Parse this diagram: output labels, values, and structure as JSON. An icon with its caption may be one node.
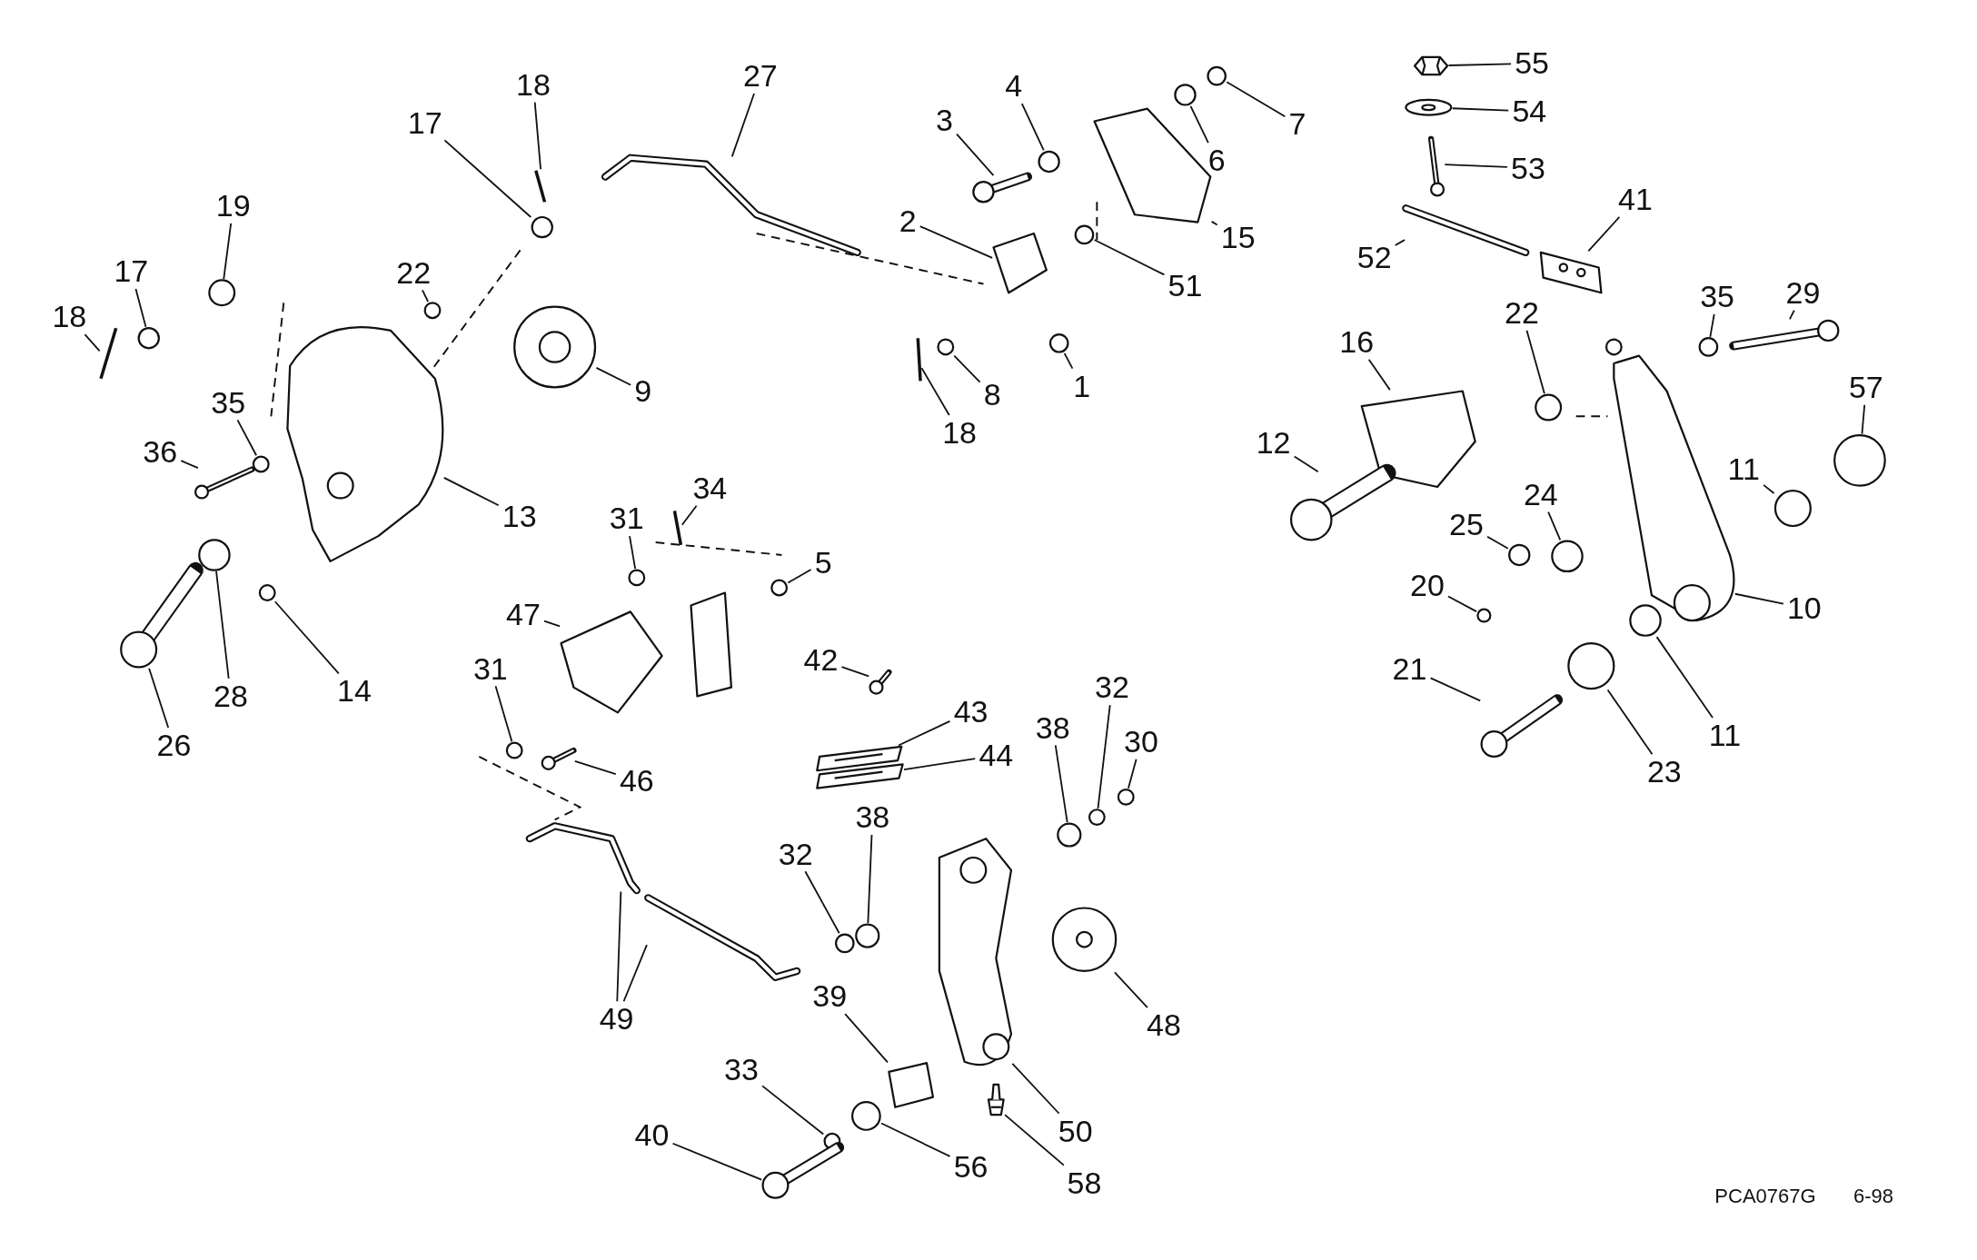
{
  "diagram": {
    "nodes": [
      {
        "text": [
          "18"
        ]
      },
      {
        "text": [
          "17"
        ]
      },
      {
        "text": [
          "27"
        ]
      },
      {
        "text": [
          "3"
        ]
      },
      {
        "text": [
          "4"
        ]
      },
      {
        "text": [
          "6"
        ]
      },
      {
        "text": [
          "7"
        ]
      },
      {
        "text": [
          "19"
        ]
      },
      {
        "text": [
          "17"
        ]
      },
      {
        "text": [
          "18"
        ]
      },
      {
        "text": [
          "22"
        ]
      },
      {
        "text": [
          "2"
        ]
      },
      {
        "text": [
          "15"
        ]
      },
      {
        "text": [
          "51"
        ]
      },
      {
        "text": [
          "9"
        ]
      },
      {
        "text": [
          "35"
        ]
      },
      {
        "text": [
          "36"
        ]
      },
      {
        "text": [
          "13"
        ]
      },
      {
        "text": [
          "8"
        ]
      },
      {
        "text": [
          "18"
        ]
      },
      {
        "text": [
          "1"
        ]
      },
      {
        "text": [
          "34"
        ]
      },
      {
        "text": [
          "31"
        ]
      },
      {
        "text": [
          "5"
        ]
      },
      {
        "text": [
          "47"
        ]
      },
      {
        "text": [
          "31"
        ]
      },
      {
        "text": [
          "46"
        ]
      },
      {
        "text": [
          "42"
        ]
      },
      {
        "text": [
          "43"
        ]
      },
      {
        "text": [
          "44"
        ]
      },
      {
        "text": [
          "26"
        ]
      },
      {
        "text": [
          "28"
        ]
      },
      {
        "text": [
          "14"
        ]
      },
      {
        "text": [
          "38"
        ]
      },
      {
        "text": [
          "32"
        ]
      },
      {
        "text": [
          "30"
        ]
      },
      {
        "text": [
          "32"
        ]
      },
      {
        "text": [
          "38"
        ]
      },
      {
        "text": [
          "49"
        ]
      },
      {
        "text": [
          "48"
        ]
      },
      {
        "text": [
          "39"
        ]
      },
      {
        "text": [
          "33"
        ]
      },
      {
        "text": [
          "40"
        ]
      },
      {
        "text": [
          "56"
        ]
      },
      {
        "text": [
          "50"
        ]
      },
      {
        "text": [
          "58"
        ]
      },
      {
        "text": [
          "55"
        ]
      },
      {
        "text": [
          "54"
        ]
      },
      {
        "text": [
          "53"
        ]
      },
      {
        "text": [
          "41"
        ]
      },
      {
        "text": [
          "52"
        ]
      },
      {
        "text": [
          "22"
        ]
      },
      {
        "text": [
          "35"
        ]
      },
      {
        "text": [
          "29"
        ]
      },
      {
        "text": [
          "16"
        ]
      },
      {
        "text": [
          "57"
        ]
      },
      {
        "text": [
          "12"
        ]
      },
      {
        "text": [
          "11"
        ]
      },
      {
        "text": [
          "24"
        ]
      },
      {
        "text": [
          "25"
        ]
      },
      {
        "text": [
          "20"
        ]
      },
      {
        "text": [
          "10"
        ]
      },
      {
        "text": [
          "21"
        ]
      },
      {
        "text": [
          "11"
        ]
      },
      {
        "text": [
          "23"
        ]
      },
      {
        "text": [],
        "shape": "picture"
      },
      {
        "text": [],
        "shape": "circle"
      },
      {
        "text": [],
        "shape": "picture"
      },
      {
        "text": [],
        "shape": "picture"
      },
      {
        "text": [],
        "shape": "circle"
      },
      {
        "text": [],
        "shape": "circle"
      },
      {
        "text": [],
        "shape": "circle"
      },
      {
        "text": [],
        "shape": "circle"
      },
      {
        "text": [],
        "shape": "circle"
      },
      {
        "text": [],
        "shape": "picture"
      },
      {
        "text": [],
        "shape": "circle"
      },
      {
        "text": [],
        "shape": "picture"
      },
      {
        "text": [],
        "shape": "picture"
      },
      {
        "text": [],
        "shape": "circle"
      },
      {
        "text": [],
        "shape": "picture"
      },
      {
        "text": [],
        "shape": "circle"
      },
      {
        "text": [],
        "shape": "picture"
      },
      {
        "text": [],
        "shape": "picture"
      },
      {
        "text": [],
        "shape": "circle"
      },
      {
        "text": [],
        "shape": "picture"
      },
      {
        "text": [],
        "shape": "circle"
      },
      {
        "text": [],
        "shape": "picture"
      },
      {
        "text": [],
        "shape": "circle"
      },
      {
        "text": [],
        "shape": "picture"
      },
      {
        "text": [],
        "shape": "picture"
      },
      {
        "text": [],
        "shape": "circle"
      },
      {
        "text": [],
        "shape": "picture"
      },
      {
        "text": [],
        "shape": "picture"
      },
      {
        "text": [],
        "shape": "picture"
      },
      {
        "text": [],
        "shape": "picture"
      },
      {
        "text": [],
        "shape": "picture"
      },
      {
        "text": [],
        "shape": "circle"
      },
      {
        "text": [],
        "shape": "circle"
      },
      {
        "text": [],
        "shape": "circle"
      },
      {
        "text": [],
        "shape": "circle"
      },
      {
        "text": [],
        "shape": "circle"
      },
      {
        "text": [],
        "shape": "circle"
      },
      {
        "text": [],
        "shape": "circle"
      },
      {
        "text": [],
        "shape": "picture"
      },
      {
        "text": [],
        "shape": "picture"
      },
      {
        "text": [],
        "shape": "picture"
      },
      {
        "text": [],
        "shape": "picture"
      },
      {
        "text": [],
        "shape": "circle"
      },
      {
        "text": [],
        "shape": "picture"
      },
      {
        "text": [],
        "shape": "circle"
      },
      {
        "text": [],
        "shape": "picture"
      },
      {
        "text": [],
        "shape": "picture"
      },
      {
        "text": [],
        "shape": "picture"
      },
      {
        "text": [],
        "shape": "picture"
      },
      {
        "text": [],
        "shape": "picture"
      },
      {
        "text": [],
        "shape": "picture"
      },
      {
        "text": [],
        "shape": "picture"
      },
      {
        "text": [],
        "shape": "circle"
      },
      {
        "text": [],
        "shape": "circle"
      },
      {
        "text": [],
        "shape": "picture"
      },
      {
        "text": [],
        "shape": "picture"
      },
      {
        "text": [],
        "shape": "circle"
      },
      {
        "text": [],
        "shape": "picture"
      },
      {
        "text": [],
        "shape": "circle"
      },
      {
        "text": [],
        "shape": "circle"
      },
      {
        "text": [],
        "shape": "circle"
      },
      {
        "text": [],
        "shape": "circle"
      },
      {
        "text": [],
        "shape": "picture"
      },
      {
        "text": [],
        "shape": "picture"
      },
      {
        "text": [],
        "shape": "circle"
      },
      {
        "text": [],
        "shape": "circle"
      }
    ],
    "edges": [
      {
        "from": 0,
        "to": 65,
        "arrow": "none"
      },
      {
        "from": 1,
        "to": 66,
        "arrow": "none"
      },
      {
        "from": 2,
        "to": 67,
        "arrow": "none"
      },
      {
        "from": 3,
        "to": 68,
        "arrow": "none"
      },
      {
        "from": 4,
        "to": 69,
        "arrow": "none"
      },
      {
        "from": 5,
        "to": 70,
        "arrow": "none"
      },
      {
        "from": 6,
        "to": 71,
        "arrow": "none"
      },
      {
        "from": 7,
        "to": 72,
        "arrow": "none"
      },
      {
        "from": 8,
        "to": 73,
        "arrow": "none"
      },
      {
        "from": 9,
        "to": 74,
        "arrow": "none"
      },
      {
        "from": 10,
        "to": 75,
        "arrow": "none"
      },
      {
        "from": 11,
        "to": 76,
        "arrow": "none"
      },
      {
        "from": 12,
        "to": 77,
        "arrow": "none"
      },
      {
        "from": 13,
        "to": 78,
        "arrow": "none"
      },
      {
        "from": 14,
        "to": 79,
        "arrow": "none"
      },
      {
        "from": 15,
        "to": 80,
        "arrow": "none"
      },
      {
        "from": 16,
        "to": 81,
        "arrow": "none"
      },
      {
        "from": 17,
        "to": 82,
        "arrow": "none"
      },
      {
        "from": 18,
        "to": 83,
        "arrow": "none"
      },
      {
        "from": 19,
        "to": 84,
        "arrow": "none"
      },
      {
        "from": 20,
        "to": 85,
        "arrow": "none"
      },
      {
        "from": 21,
        "to": 86,
        "arrow": "none"
      },
      {
        "from": 22,
        "to": 87,
        "arrow": "none"
      },
      {
        "from": 23,
        "to": 88,
        "arrow": "none"
      },
      {
        "from": 24,
        "to": 89,
        "arrow": "none"
      },
      {
        "from": 25,
        "to": 90,
        "arrow": "none"
      },
      {
        "from": 26,
        "to": 91,
        "arrow": "none"
      },
      {
        "from": 27,
        "to": 92,
        "arrow": "none"
      },
      {
        "from": 28,
        "to": 93,
        "arrow": "none"
      },
      {
        "from": 29,
        "to": 94,
        "arrow": "none"
      },
      {
        "from": 30,
        "to": 95,
        "arrow": "none"
      },
      {
        "from": 31,
        "to": 96,
        "arrow": "none"
      },
      {
        "from": 32,
        "to": 97,
        "arrow": "none"
      },
      {
        "from": 33,
        "to": 98,
        "arrow": "none"
      },
      {
        "from": 34,
        "to": 99,
        "arrow": "none"
      },
      {
        "from": 35,
        "to": 100,
        "arrow": "none"
      },
      {
        "from": 36,
        "to": 101,
        "arrow": "none"
      },
      {
        "from": 37,
        "to": 102,
        "arrow": "none"
      },
      {
        "from": 38,
        "to": 103,
        "arrow": "none"
      },
      {
        "from": 38,
        "to": 104,
        "arrow": "none"
      },
      {
        "from": 39,
        "to": 105,
        "arrow": "none"
      },
      {
        "from": 40,
        "to": 106,
        "arrow": "none"
      },
      {
        "from": 41,
        "to": 107,
        "arrow": "none"
      },
      {
        "from": 42,
        "to": 108,
        "arrow": "none"
      },
      {
        "from": 43,
        "to": 109,
        "arrow": "none"
      },
      {
        "from": 44,
        "to": 110,
        "arrow": "none"
      },
      {
        "from": 45,
        "to": 111,
        "arrow": "none"
      },
      {
        "from": 46,
        "to": 112,
        "arrow": "none"
      },
      {
        "from": 47,
        "to": 113,
        "arrow": "none"
      },
      {
        "from": 48,
        "to": 114,
        "arrow": "none"
      },
      {
        "from": 49,
        "to": 115,
        "arrow": "none"
      },
      {
        "from": 50,
        "to": 116,
        "arrow": "none"
      },
      {
        "from": 51,
        "to": 117,
        "arrow": "none"
      },
      {
        "from": 52,
        "to": 118,
        "arrow": "none"
      },
      {
        "from": 53,
        "to": 119,
        "arrow": "none"
      },
      {
        "from": 54,
        "to": 120,
        "arrow": "none"
      },
      {
        "from": 55,
        "to": 121,
        "arrow": "none"
      },
      {
        "from": 56,
        "to": 122,
        "arrow": "none"
      },
      {
        "from": 57,
        "to": 123,
        "arrow": "none"
      },
      {
        "from": 58,
        "to": 124,
        "arrow": "none"
      },
      {
        "from": 59,
        "to": 125,
        "arrow": "none"
      },
      {
        "from": 60,
        "to": 126,
        "arrow": "none"
      },
      {
        "from": 61,
        "to": 127,
        "arrow": "none"
      },
      {
        "from": 62,
        "to": 128,
        "arrow": "none"
      },
      {
        "from": 63,
        "to": 129,
        "arrow": "none"
      },
      {
        "from": 64,
        "to": 130,
        "arrow": "none"
      }
    ],
    "labels": [
      "PCA0767G",
      "6-98"
    ]
  }
}
